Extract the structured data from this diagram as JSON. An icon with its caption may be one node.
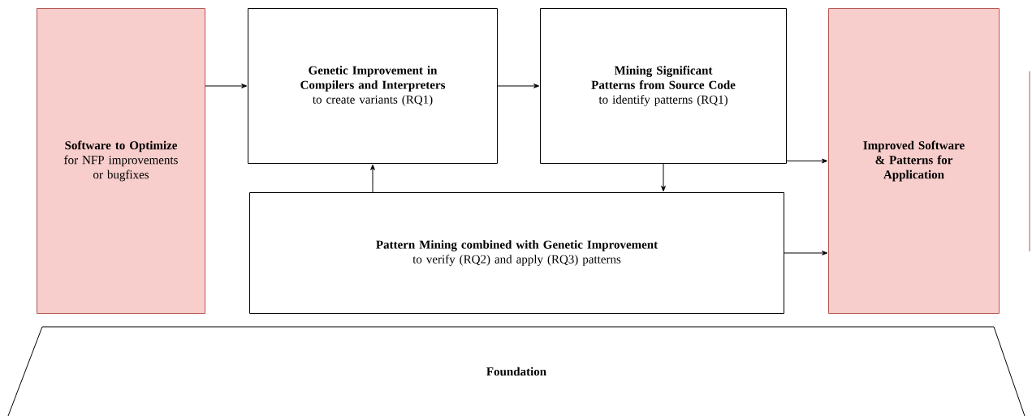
{
  "diagram": {
    "nodes": [
      {
        "text": [
          "Software to Optimize",
          "for NFP improvements or bugfixes"
        ]
      },
      {
        "text": [
          "Genetic Improvement in Compilers and Interpreters",
          "to create variants (RQ1)"
        ]
      },
      {
        "text": [
          "Mining Significant Patterns from Source Code",
          "to identify patterns (RQ1)"
        ]
      },
      {
        "text": [
          "Pattern Mining combined with Genetic Improvement",
          "to verify (RQ2) and apply (RQ3) patterns"
        ]
      },
      {
        "text": [
          "Improved Software & Patterns for Application"
        ]
      },
      {
        "text": [
          "Foundation"
        ]
      }
    ],
    "edges": [
      {
        "from": 0,
        "to": 1,
        "arrow": "to"
      },
      {
        "from": 1,
        "to": 2,
        "arrow": "to"
      },
      {
        "from": 2,
        "to": 4,
        "arrow": "to"
      },
      {
        "from": 2,
        "to": 3,
        "arrow": "to"
      },
      {
        "from": 3,
        "to": 1,
        "arrow": "to"
      },
      {
        "from": 3,
        "to": 4,
        "arrow": "to"
      }
    ]
  }
}
